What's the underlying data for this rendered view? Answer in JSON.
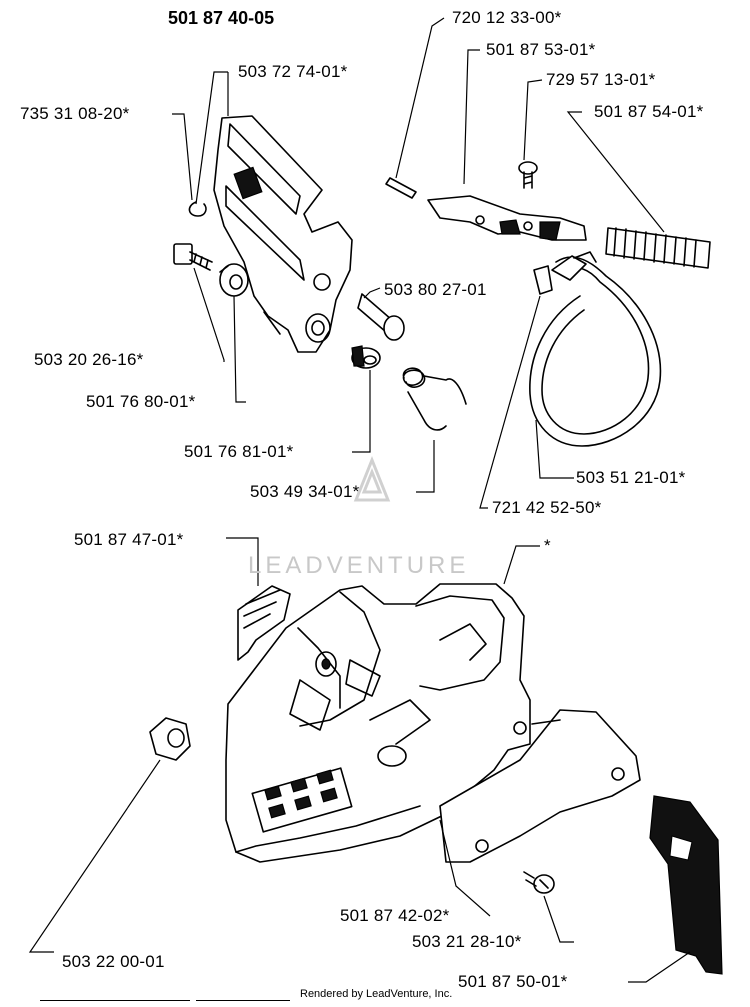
{
  "diagram": {
    "assembly_number": "501 87 40-05",
    "watermark": "LEADVENTURE",
    "footer": "Rendered by LeadVenture, Inc.",
    "labels": [
      {
        "id": "p1",
        "text": "720 12 33-00*"
      },
      {
        "id": "p2",
        "text": "501 87 53-01*"
      },
      {
        "id": "p3",
        "text": "729 57 13-01*"
      },
      {
        "id": "p4",
        "text": "501 87 54-01*"
      },
      {
        "id": "p5",
        "text": "503 72 74-01*"
      },
      {
        "id": "p6",
        "text": "735 31 08-20*"
      },
      {
        "id": "p7",
        "text": "503 80 27-01"
      },
      {
        "id": "p8",
        "text": "503 20 26-16*"
      },
      {
        "id": "p9",
        "text": "501 76 80-01*"
      },
      {
        "id": "p10",
        "text": "501 76 81-01*"
      },
      {
        "id": "p11",
        "text": "503 49 34-01*"
      },
      {
        "id": "p12",
        "text": "503 51 21-01*"
      },
      {
        "id": "p13",
        "text": "721 42 52-50*"
      },
      {
        "id": "p14",
        "text": "501 87 47-01*"
      },
      {
        "id": "p15",
        "text": "*"
      },
      {
        "id": "p16",
        "text": "501 87 42-02*"
      },
      {
        "id": "p17",
        "text": "503 21 28-10*"
      },
      {
        "id": "p18",
        "text": "503 22 00-01"
      },
      {
        "id": "p19",
        "text": "501 87 50-01*"
      }
    ]
  }
}
